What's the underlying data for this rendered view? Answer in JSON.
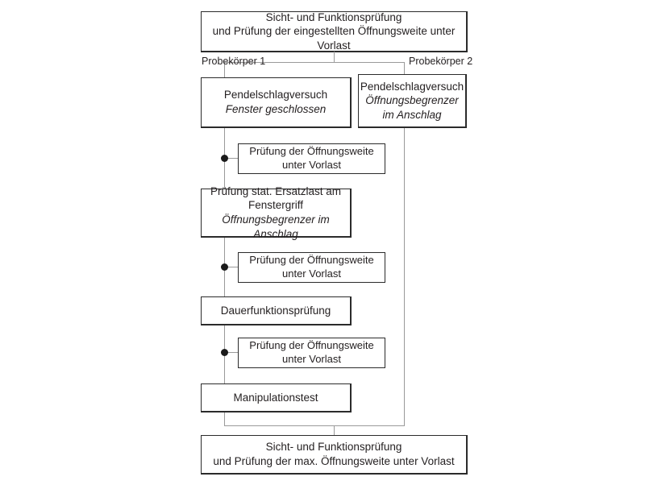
{
  "diagram": {
    "title_top": {
      "line1": "Sicht- und Funktionsprüfung",
      "line2": "und Prüfung der eingestellten Öffnungsweite unter Vorlast"
    },
    "branches": {
      "left_label": "Probekörper 1",
      "right_label": "Probekörper 2"
    },
    "left_column": [
      {
        "id": "pendelschlag-geschlossen",
        "line1": "Pendelschlagversuch",
        "line2": "Fenster geschlossen"
      },
      {
        "id": "pruefung-stat-ersatzlast",
        "line1": "Prüfung stat. Ersatzlast am",
        "line2": "Fenstergriff",
        "line3": "Öffnungsbegrenzer im Anschlag"
      },
      {
        "id": "dauerfunktionspruefung",
        "line1": "Dauerfunktionsprüfung"
      },
      {
        "id": "manipulationstest",
        "line1": "Manipulationstest"
      }
    ],
    "side_checks": [
      {
        "id": "check-1",
        "line1": "Prüfung der Öffnungsweite",
        "line2": "unter Vorlast"
      },
      {
        "id": "check-2",
        "line1": "Prüfung der Öffnungsweite",
        "line2": "unter Vorlast"
      },
      {
        "id": "check-3",
        "line1": "Prüfung der Öffnungsweite",
        "line2": "unter Vorlast"
      }
    ],
    "right_column": [
      {
        "id": "pendelschlag-oeffnungsbegrenzer",
        "line1": "Pendelschlagversuch",
        "line2": "Öffnungsbegrenzer",
        "line3": "im Anschlag"
      }
    ],
    "title_bottom": {
      "line1": "Sicht- und Funktionsprüfung",
      "line2": "und Prüfung der max. Öffnungsweite unter Vorlast"
    },
    "colors": {
      "box_border": "#2b2b2b",
      "connector": "#9a9a9a",
      "bullet": "#1a1a1a",
      "text": "#231f20",
      "background": "#ffffff"
    }
  }
}
